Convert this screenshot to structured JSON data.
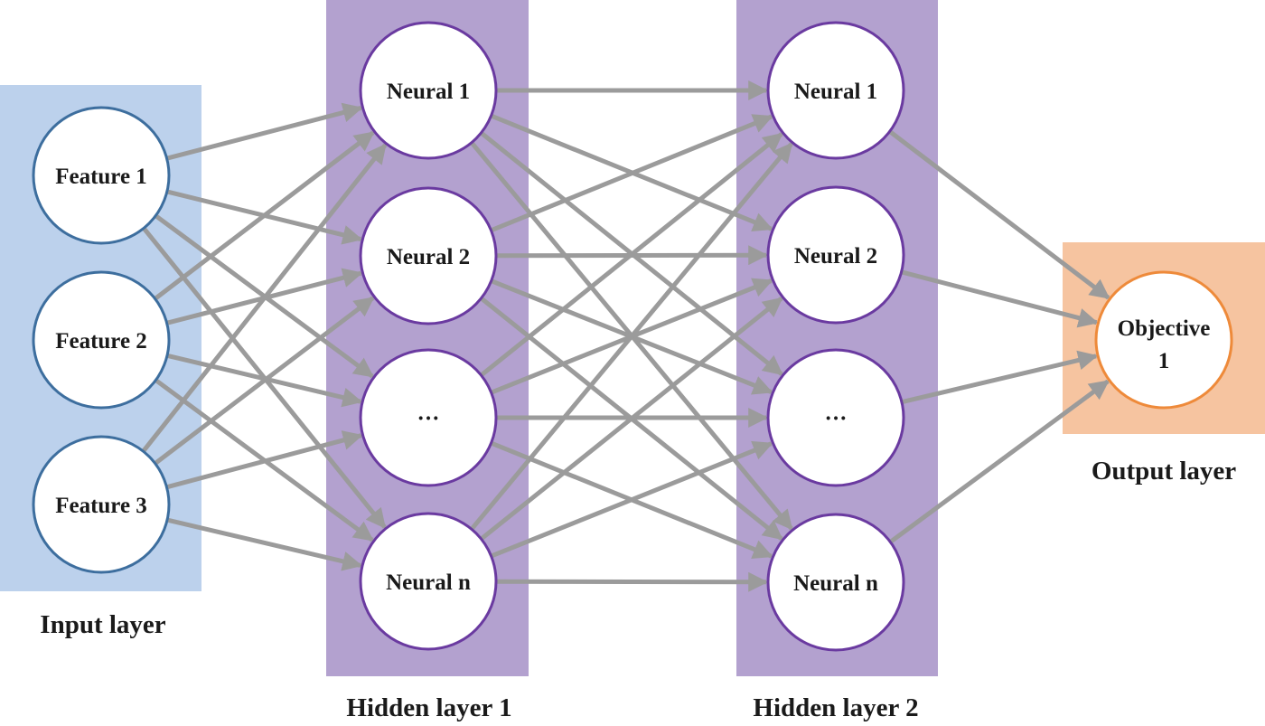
{
  "colors": {
    "input_panel": "#bcd1ec",
    "hidden_panel": "#b3a1cf",
    "output_panel": "#f6c4a0",
    "input_stroke": "#3d6e9e",
    "hidden_stroke": "#6a3aa0",
    "output_stroke": "#ee8a3a",
    "edge": "#9b9b9b"
  },
  "layers": {
    "input": {
      "label": "Input layer",
      "nodes": [
        "Feature 1",
        "Feature 2",
        "Feature 3"
      ]
    },
    "hidden1": {
      "label": "Hidden layer 1",
      "nodes": [
        "Neural 1",
        "Neural 2",
        "···",
        "Neural n"
      ]
    },
    "hidden2": {
      "label": "Hidden layer 2",
      "nodes": [
        "Neural 1",
        "Neural 2",
        "···",
        "Neural n"
      ]
    },
    "output": {
      "label": "Output layer",
      "nodes": [
        [
          "Objective",
          "1"
        ]
      ]
    }
  }
}
